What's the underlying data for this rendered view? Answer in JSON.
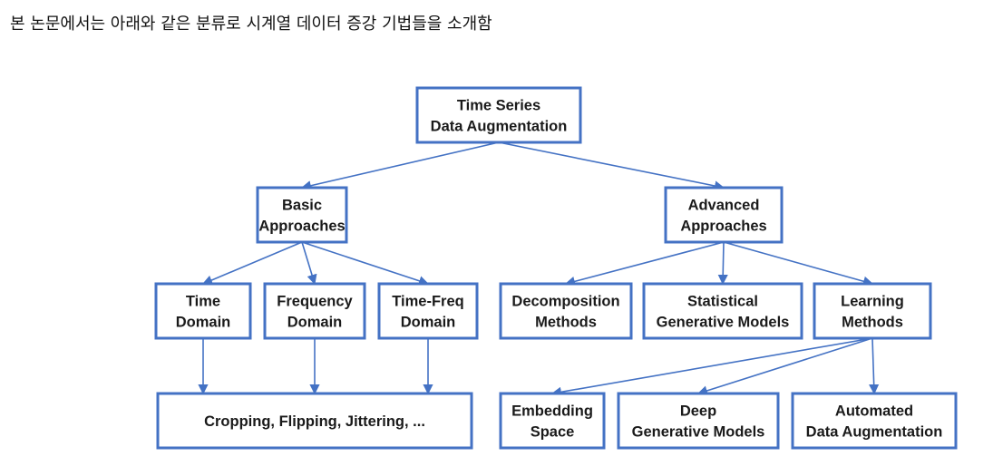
{
  "heading": "본 논문에서는 아래와 같은 분류로 시계열 데이터 증강 기법들을 소개함",
  "colors": {
    "box_stroke": "#4472C4",
    "arrow": "#4472C4",
    "text": "#1a1a1a"
  },
  "nodes": [
    {
      "id": "root",
      "lines": [
        "Time Series",
        "Data Augmentation"
      ]
    },
    {
      "id": "basic",
      "lines": [
        "Basic",
        "Approaches"
      ]
    },
    {
      "id": "advanced",
      "lines": [
        "Advanced",
        "Approaches"
      ]
    },
    {
      "id": "time",
      "lines": [
        "Time",
        "Domain"
      ]
    },
    {
      "id": "freq",
      "lines": [
        "Frequency",
        "Domain"
      ]
    },
    {
      "id": "timefreq",
      "lines": [
        "Time-Freq",
        "Domain"
      ]
    },
    {
      "id": "decomp",
      "lines": [
        "Decomposition",
        "Methods"
      ]
    },
    {
      "id": "statgen",
      "lines": [
        "Statistical",
        "Generative Models"
      ]
    },
    {
      "id": "learning",
      "lines": [
        "Learning",
        "Methods"
      ]
    },
    {
      "id": "basicops",
      "lines": [
        "Cropping, Flipping, Jittering, ..."
      ]
    },
    {
      "id": "embed",
      "lines": [
        "Embedding",
        "Space"
      ]
    },
    {
      "id": "deepgen",
      "lines": [
        "Deep",
        "Generative Models"
      ]
    },
    {
      "id": "autoaug",
      "lines": [
        "Automated",
        "Data Augmentation"
      ]
    }
  ],
  "edges": [
    [
      "root",
      "basic"
    ],
    [
      "root",
      "advanced"
    ],
    [
      "basic",
      "time"
    ],
    [
      "basic",
      "freq"
    ],
    [
      "basic",
      "timefreq"
    ],
    [
      "advanced",
      "decomp"
    ],
    [
      "advanced",
      "statgen"
    ],
    [
      "advanced",
      "learning"
    ],
    [
      "time",
      "basicops"
    ],
    [
      "freq",
      "basicops"
    ],
    [
      "timefreq",
      "basicops"
    ],
    [
      "learning",
      "embed"
    ],
    [
      "learning",
      "deepgen"
    ],
    [
      "learning",
      "autoaug"
    ]
  ]
}
